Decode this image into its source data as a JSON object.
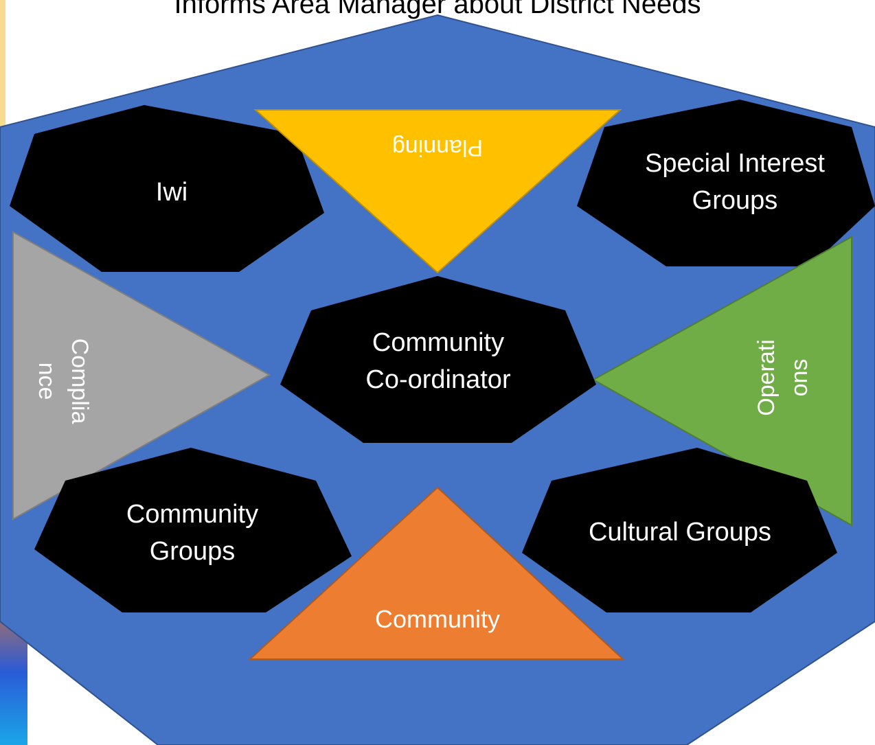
{
  "title": "Informs Area Manager about District Needs",
  "nodes": {
    "center": "Community\nCo-ordinator",
    "iwi": "Iwi",
    "special_interest": "Special Interest\nGroups",
    "community_groups": "Community\nGroups",
    "cultural_groups": "Cultural Groups"
  },
  "triangles": {
    "planning": "Planning",
    "compliance": "Complia\nnce",
    "operations": "Operati\nons",
    "community": "Community"
  },
  "colors": {
    "hexagon": "#4472c4",
    "node": "#000000",
    "planning": "#ffc000",
    "compliance": "#a5a5a5",
    "operations": "#70ad47",
    "community": "#ed7d31"
  }
}
